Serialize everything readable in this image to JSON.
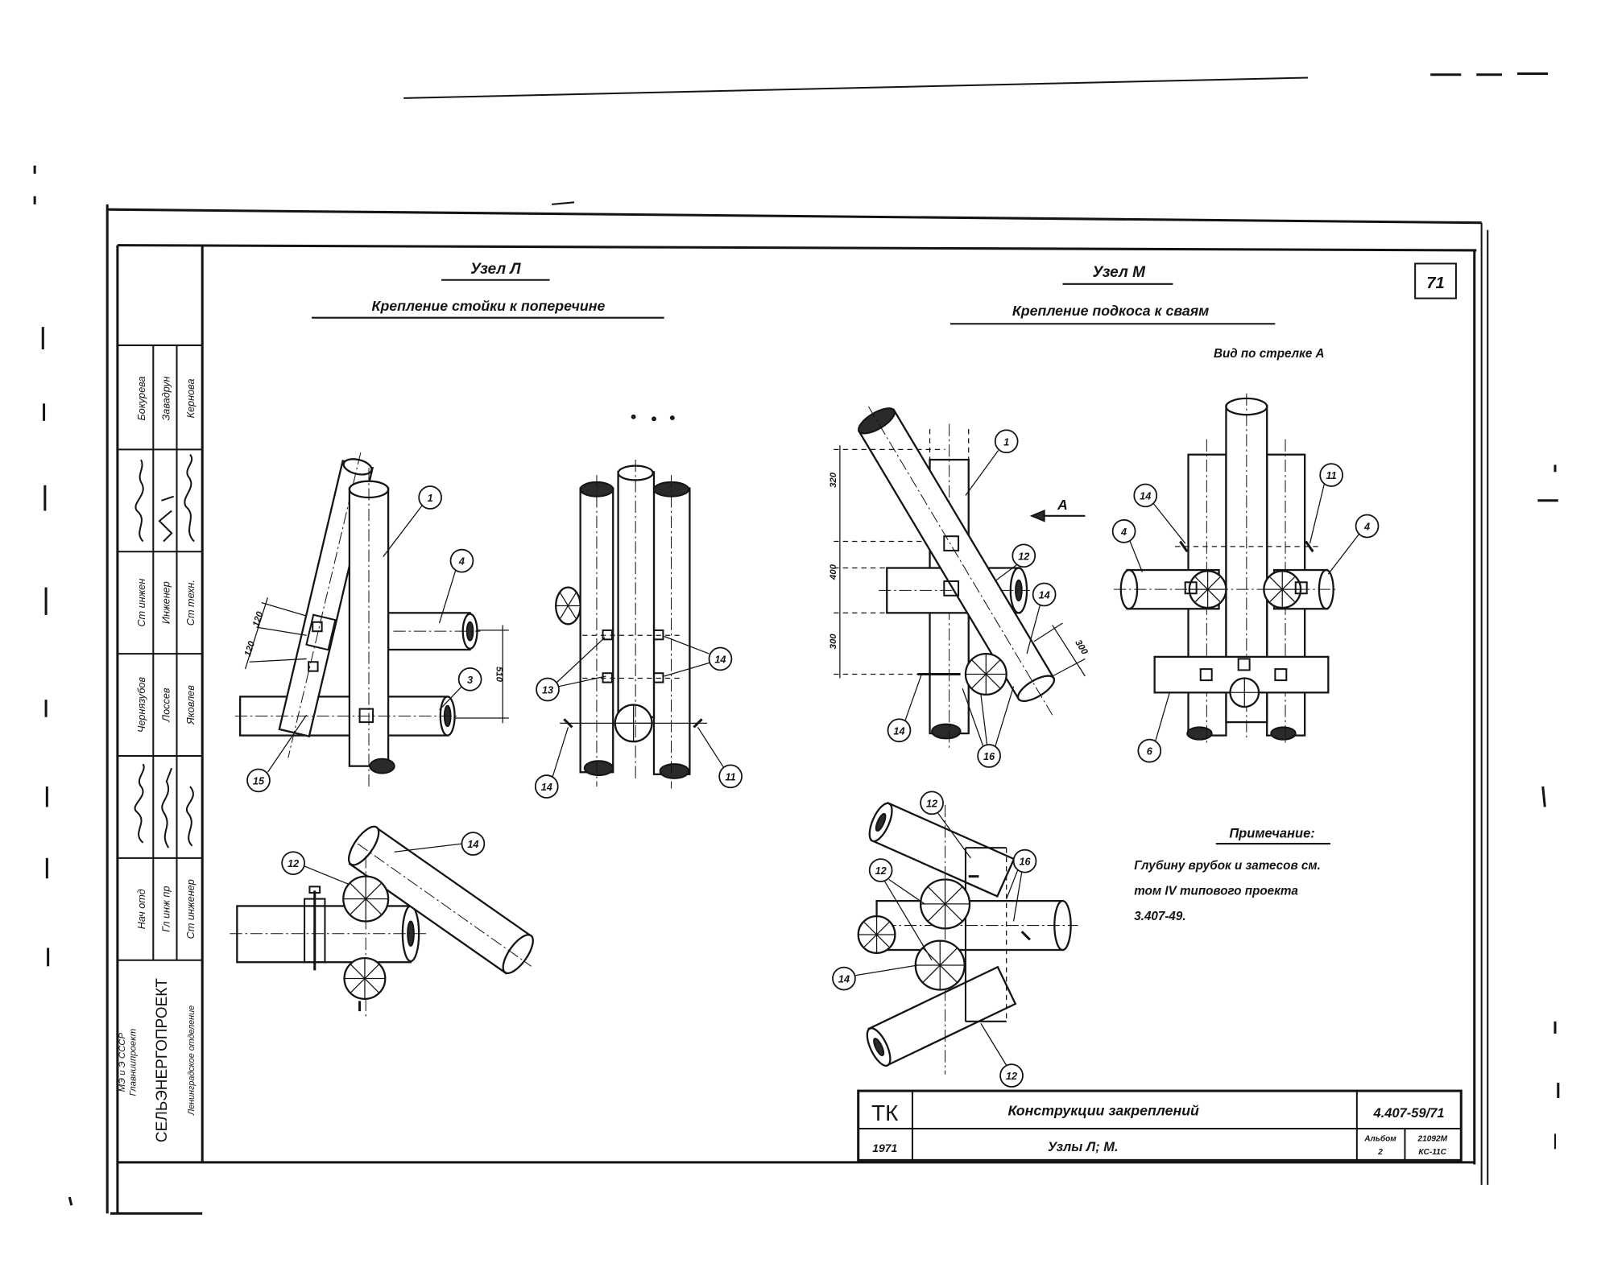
{
  "sheet_number": "71",
  "node_l": {
    "title": "Узел Л",
    "subtitle": "Крепление стойки к поперечине"
  },
  "node_m": {
    "title": "Узел М",
    "subtitle": "Крепление подкоса к сваям",
    "view_label": "Вид по стрелке А",
    "arrow_label": "А"
  },
  "callouts": {
    "l_side": [
      "1",
      "4",
      "3",
      "15"
    ],
    "l_front": [
      "13",
      "14",
      "14",
      "11"
    ],
    "l_plan": [
      "12",
      "14"
    ],
    "m_side": [
      "1",
      "12",
      "14",
      "14",
      "16"
    ],
    "m_view": [
      "14",
      "11",
      "4",
      "4",
      "6"
    ],
    "m_plan": [
      "12",
      "12",
      "16",
      "14",
      "12"
    ]
  },
  "dimensions": {
    "l_side": [
      "120",
      "120",
      "510"
    ],
    "m_side": [
      "320",
      "400",
      "300",
      "300"
    ]
  },
  "note": {
    "header": "Примечание:",
    "lines": [
      "Глубину врубок и затесов см.",
      "том IV типового проекта",
      "3.407-49."
    ]
  },
  "title_block": {
    "code_short": "ТК",
    "title": "Конструкции закреплений",
    "designation": "4.407-59/71",
    "year": "1971",
    "subtitle": "Узлы Л; М.",
    "album_label": "Альбом",
    "album_number": "2",
    "inventory": "21092М",
    "sheet_code": "КС-11С"
  },
  "stamp": {
    "ministry": "МЭ и Э СССР",
    "institute": "Главниипроект",
    "organization": "СЕЛЬЭНЕРГОПРОЕКТ",
    "division": "Ленинградское отделение",
    "row1": [
      "Нач отд",
      "Гл инж пр",
      "Ст инженер"
    ],
    "row2": [
      "Чернязубов",
      "Лоссев",
      "Яковлев"
    ],
    "row3": [
      "Ст инжен",
      "Инженер",
      "Ст техн."
    ],
    "row4": [
      "Бокурева",
      "Завадрун",
      "Кернова"
    ]
  }
}
